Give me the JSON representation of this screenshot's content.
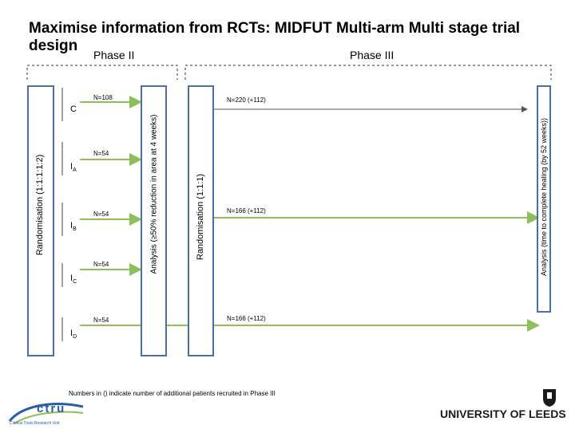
{
  "title": "Maximise information from RCTs: MIDFUT Multi-arm Multi stage trial design",
  "phases": {
    "phase2": "Phase II",
    "phase3": "Phase III"
  },
  "boxes": {
    "randomisation1": "Randomisation (1:1:1:1:2)",
    "analysis1": "Analysis (≥50% reduction in area at 4 weeks)",
    "randomisation2": "Randomisation (1:1:1)",
    "analysis2": "Analysis (time to complete healing (by 52 weeks))"
  },
  "arms": [
    {
      "label": "C",
      "sub": "",
      "n": "N=108"
    },
    {
      "label": "I",
      "sub": "A",
      "n": "N=54"
    },
    {
      "label": "I",
      "sub": "B",
      "n": "N=54"
    },
    {
      "label": "I",
      "sub": "C",
      "n": "N=54"
    },
    {
      "label": "I",
      "sub": "D",
      "n": "N=54"
    }
  ],
  "phase3_arms": [
    "N=220 (+112)",
    "N=166 (+112)",
    "N=166 (+112)"
  ],
  "note": "Numbers in () indicate number of additional patients recruited in Phase III",
  "logos": {
    "ctru": "ctru",
    "ctru_tagline": "Clinical Trials Research Unit",
    "leeds": "UNIVERSITY OF LEEDS"
  },
  "colors": {
    "box_border": "#4a6fa5",
    "arrow": "#8fbf5a",
    "leeds_red": "#a32a2a",
    "ctru_blue": "#2a5da8"
  }
}
